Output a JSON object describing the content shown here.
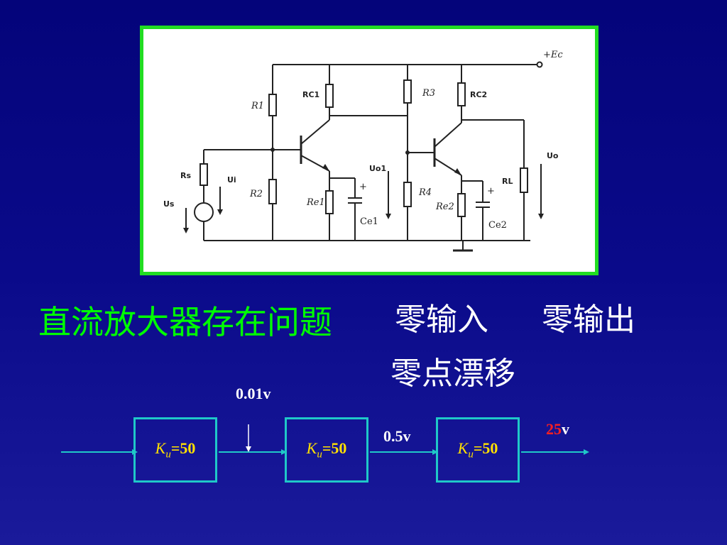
{
  "slide": {
    "title": "直流放大器存在问题",
    "terms": [
      "零输入",
      "零输出",
      "零点漂移"
    ]
  },
  "circuit": {
    "labels": {
      "supply": "+Ec",
      "r1": "R1",
      "r2": "R2",
      "rc1": "RC1",
      "re1": "Re1",
      "ce1": "Ce1",
      "rs": "Rs",
      "ui": "Ui",
      "us": "Us",
      "uo1": "Uo1",
      "r3": "R3",
      "r4": "R4",
      "rc2": "RC2",
      "re2": "Re2",
      "ce2": "Ce2",
      "rl": "RL",
      "uo": "Uo",
      "plus": "+"
    }
  },
  "cascade": {
    "input_drift": "0.01v",
    "mid_value": "0.5v",
    "output_value": "25",
    "output_unit": "v",
    "stages": [
      {
        "symbol": "K",
        "subscript": "u",
        "value": "=50"
      },
      {
        "symbol": "K",
        "subscript": "u",
        "value": "=50"
      },
      {
        "symbol": "K",
        "subscript": "u",
        "value": "=50"
      }
    ]
  },
  "colors": {
    "title": "#00ff00",
    "frame": "#22dd22",
    "box": "#1fc8c8",
    "gain": "#ffe000",
    "highlight": "#ff2020",
    "background": "#0a0a8a"
  }
}
